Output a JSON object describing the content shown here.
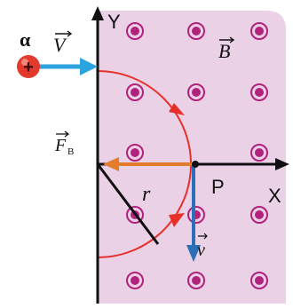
{
  "diagram": {
    "particle": {
      "symbol": "α",
      "charge_sign": "+"
    },
    "incident_velocity_label": "V",
    "field_label": "B",
    "force_label": "F",
    "force_subscript": "B",
    "radius_label": "r",
    "point_label": "P",
    "x_axis_label": "X",
    "y_axis_label": "Y",
    "velocity_at_p_label": "v",
    "colors": {
      "field_region": "#ead1e6",
      "field_dot": "#b0227c",
      "trajectory": "#e8302a",
      "incident_arrow": "#2aa3df",
      "force_arrow": "#e37c2b",
      "velocity_arrow": "#2b6fb8",
      "axes": "#111111",
      "radius_line": "#111111",
      "particle": "#e23b2e"
    }
  }
}
